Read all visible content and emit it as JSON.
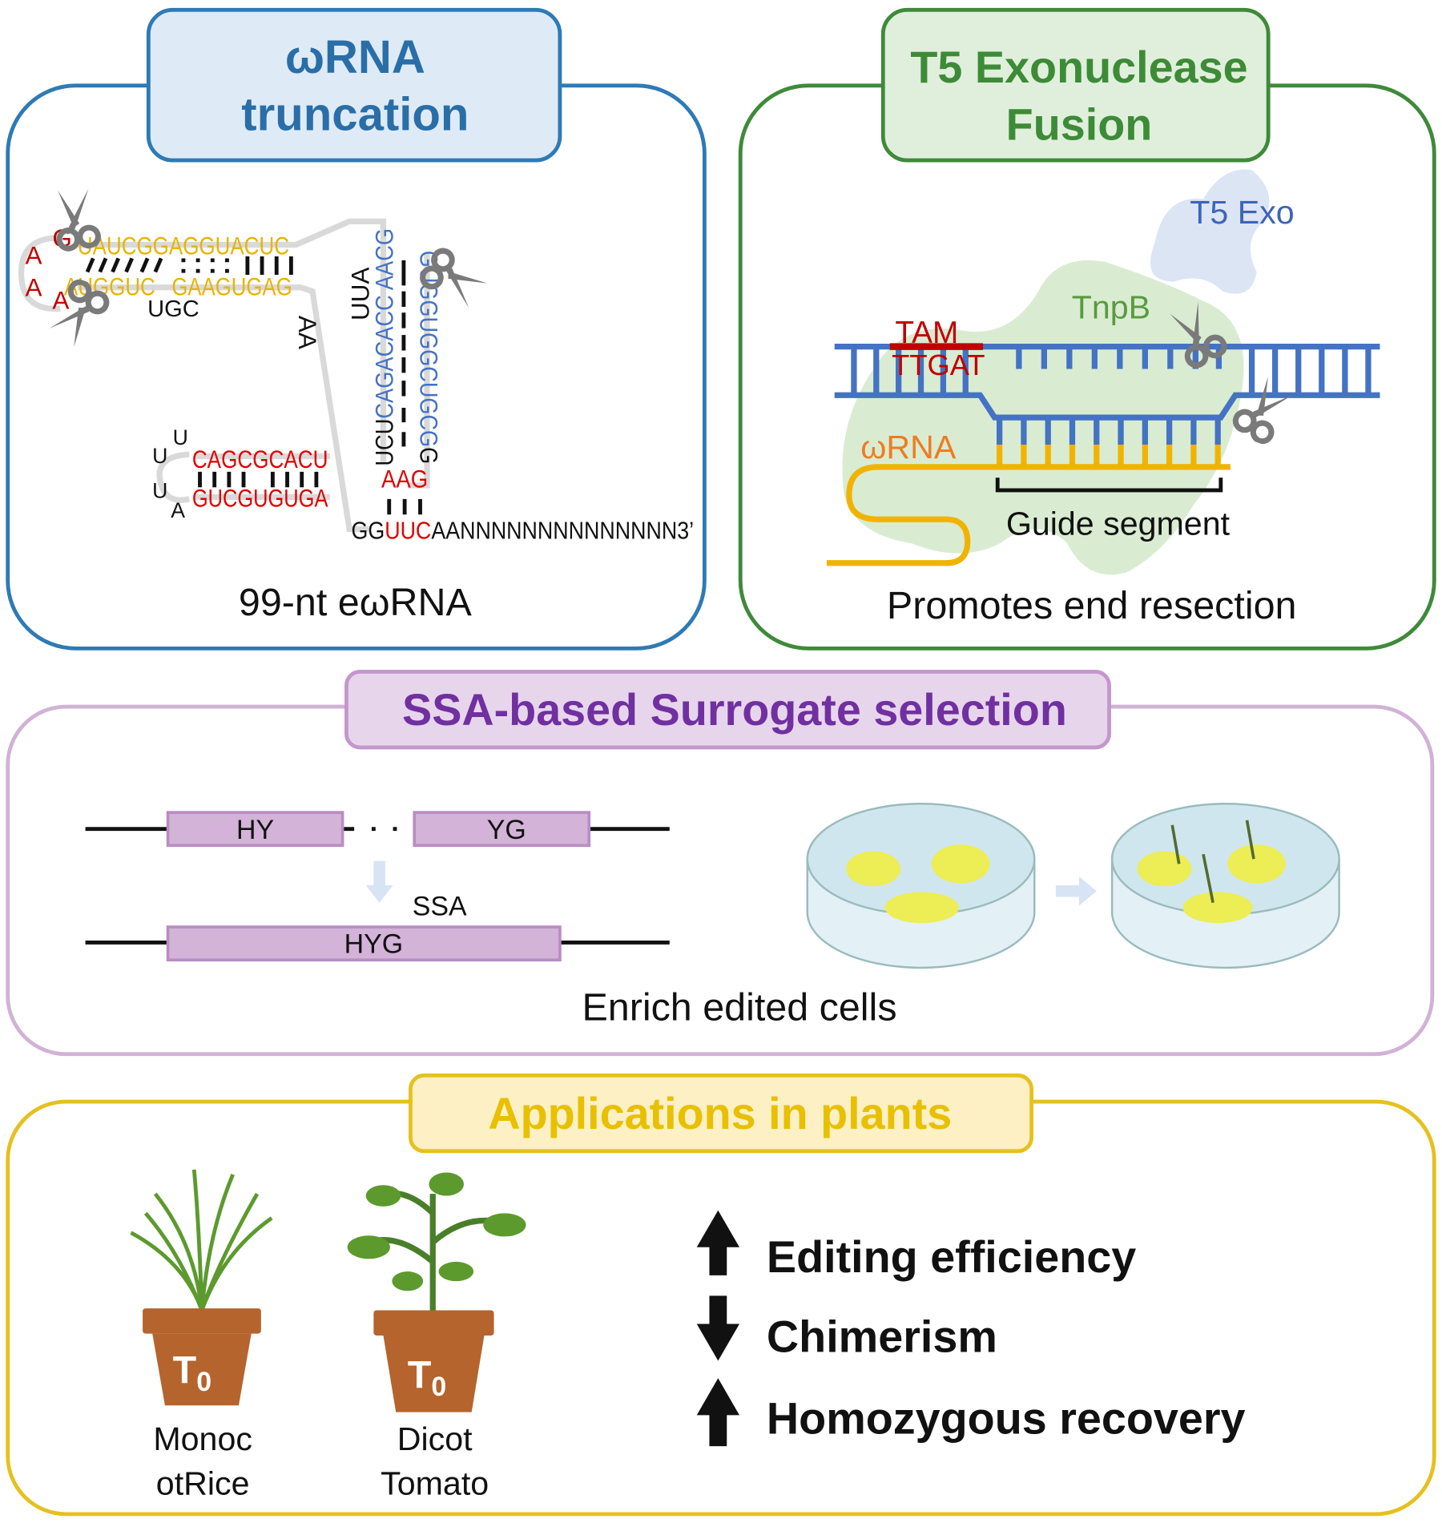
{
  "panels": {
    "truncation": {
      "title_line1": "ωRNA",
      "title_line2": "truncation",
      "caption": "99-nt eωRNA",
      "color": "#2e7ab5",
      "rna": {
        "loop_a1": "A",
        "loop_g": "G",
        "loop_a2": "A",
        "loop_a3": "A",
        "top_strand": "UAUCGGAGGUACUC",
        "bottom_strand_left": "AUGGUC",
        "bottom_strand_right": "GAAGUGAG",
        "bulge": "UGC",
        "linker": "AA",
        "loop_uua": "UUA",
        "stem_left": [
          "UCU",
          "CAGACACC",
          " AACG"
        ],
        "stem_right": [
          "GUGGUGGCUGCG",
          "G"
        ],
        "stem_bulge": "G",
        "lower_top": "CAGCGCACU",
        "lower_bottom": "GUCGUGUGA",
        "lower_loop": [
          "U",
          "U",
          "U",
          "A"
        ],
        "aag": "AAG",
        "tail_gg": "GG",
        "tail_uuc": "UUC",
        "tail_rest": "AANNNNNNNNNNNNNN3’"
      }
    },
    "fusion": {
      "title_line1": "T5 Exonuclease",
      "title_line2": "Fusion",
      "color": "#3f8a3a",
      "t5_label": "T5 Exo",
      "tnpb_label": "TnpB",
      "tam_label": "TAM",
      "tam_seq": "TTGAT",
      "wrna_label": "ωRNA",
      "guide_label": "Guide segment",
      "caption": "Promotes end resection"
    },
    "ssa": {
      "title": "SSA-based Surrogate selection",
      "color": "#7030a0",
      "box_hy": "HY",
      "box_yg": "YG",
      "arrow_label": "SSA",
      "box_hyg": "HYG",
      "caption": "Enrich edited cells"
    },
    "applications": {
      "title": "Applications in plants",
      "color": "#e8c000",
      "plants": [
        {
          "pot_label": "T",
          "pot_sub": "0",
          "name_line1": "Monoc",
          "name_line2": "otRice"
        },
        {
          "pot_label": "T",
          "pot_sub": "0",
          "name_line1": "Dicot",
          "name_line2": "Tomato"
        }
      ],
      "outcomes": [
        {
          "direction": "up",
          "label": "Editing efficiency"
        },
        {
          "direction": "down",
          "label": "Chimerism"
        },
        {
          "direction": "up",
          "label": "Homozygous recovery"
        }
      ]
    }
  }
}
